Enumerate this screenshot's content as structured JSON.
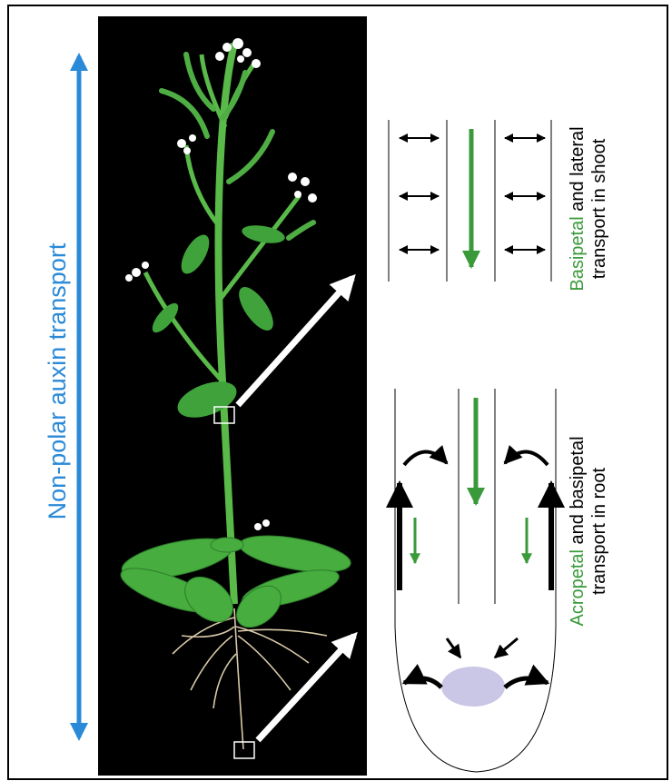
{
  "side_label": {
    "text": "Non-polar auxin transport",
    "color": "#2a8ad8"
  },
  "shoot_caption": {
    "highlight": "Basipetal",
    "rest_line1": " and lateral",
    "line2": "transport in shoot"
  },
  "root_caption": {
    "highlight": "Acropetal",
    "rest_line1": " and basipetal",
    "line2": "transport in root"
  },
  "colors": {
    "accent_green": "#3a9a3a",
    "arrow_blue": "#2a8ad8",
    "plant_green": "#4fb34a",
    "panel_black": "#000000",
    "root_center": "#c9c6e6"
  },
  "icons": {
    "plant": "arabidopsis-plant-illustration",
    "zoom_arrows": "white-diagonal-arrow"
  }
}
